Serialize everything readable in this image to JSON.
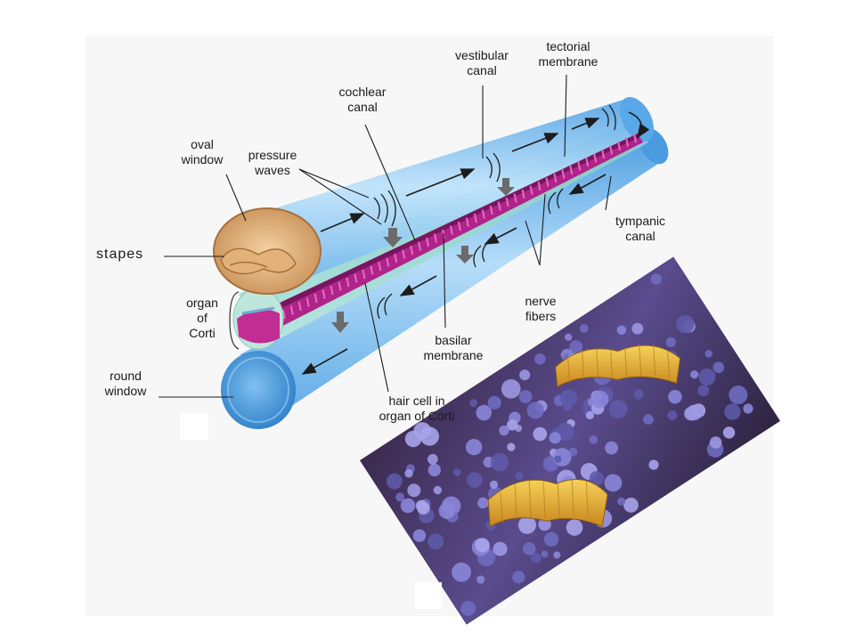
{
  "diagram": {
    "labels": {
      "vestibular_canal": [
        "vestibular",
        "canal"
      ],
      "tectorial_membrane": [
        "tectorial",
        "membrane"
      ],
      "cochlear_canal": [
        "cochlear",
        "canal"
      ],
      "oval_window": [
        "oval",
        "window"
      ],
      "pressure_waves": [
        "pressure",
        "waves"
      ],
      "stapes": "stapes",
      "tympanic_canal": [
        "tympanic",
        "canal"
      ],
      "organ_of_corti": [
        "organ",
        "of",
        "Corti"
      ],
      "nerve_fibers": [
        "nerve",
        "fibers"
      ],
      "basilar_membrane": [
        "basilar",
        "membrane"
      ],
      "round_window": [
        "round",
        "window"
      ],
      "hair_cell": [
        "hair cell in",
        "organ of Corti"
      ]
    },
    "colors": {
      "canal_blue": "#7fc4ee",
      "canal_dark": "#3f8fd0",
      "basilar_magenta": "#b0248a",
      "stapes_tan": "#d9a870",
      "micrograph_purple": "#7a78c8",
      "hair_bundle_yellow": "#e9b43a",
      "page_bg": "#f7f7f7"
    }
  }
}
